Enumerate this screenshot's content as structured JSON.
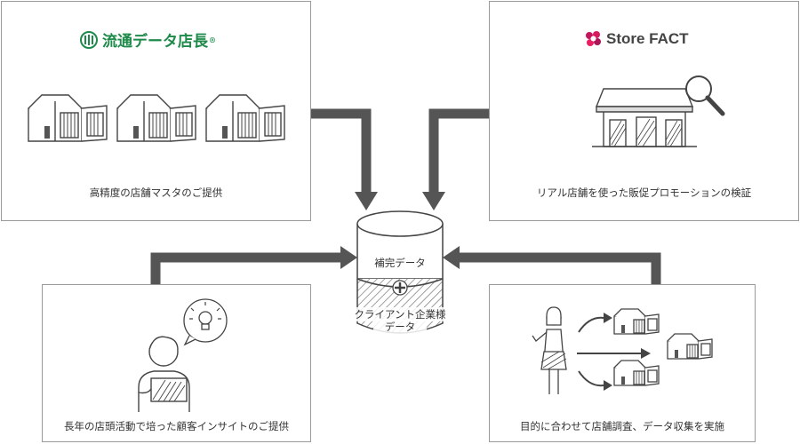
{
  "top_left": {
    "logo_text": "流通データ店長",
    "logo_mark": "®",
    "caption": "高精度の店舗マスタのご提供"
  },
  "top_right": {
    "logo_text": "Store FACT",
    "caption": "リアル店舗を使った販促プロモーションの検証"
  },
  "bottom_left": {
    "caption": "長年の店頭活動で培った顧客インサイトのご提供"
  },
  "bottom_right": {
    "caption": "目的に合わせて店舗調査、データ収集を実施"
  },
  "database": {
    "top_label": "補完データ",
    "bottom_label_line1": "クライアント企業様",
    "bottom_label_line2": "データ"
  },
  "colors": {
    "arrow": "#555555",
    "border": "#9a9a9a",
    "logo_green": "#1e8a4a",
    "logo_magenta": "#c2185b"
  }
}
